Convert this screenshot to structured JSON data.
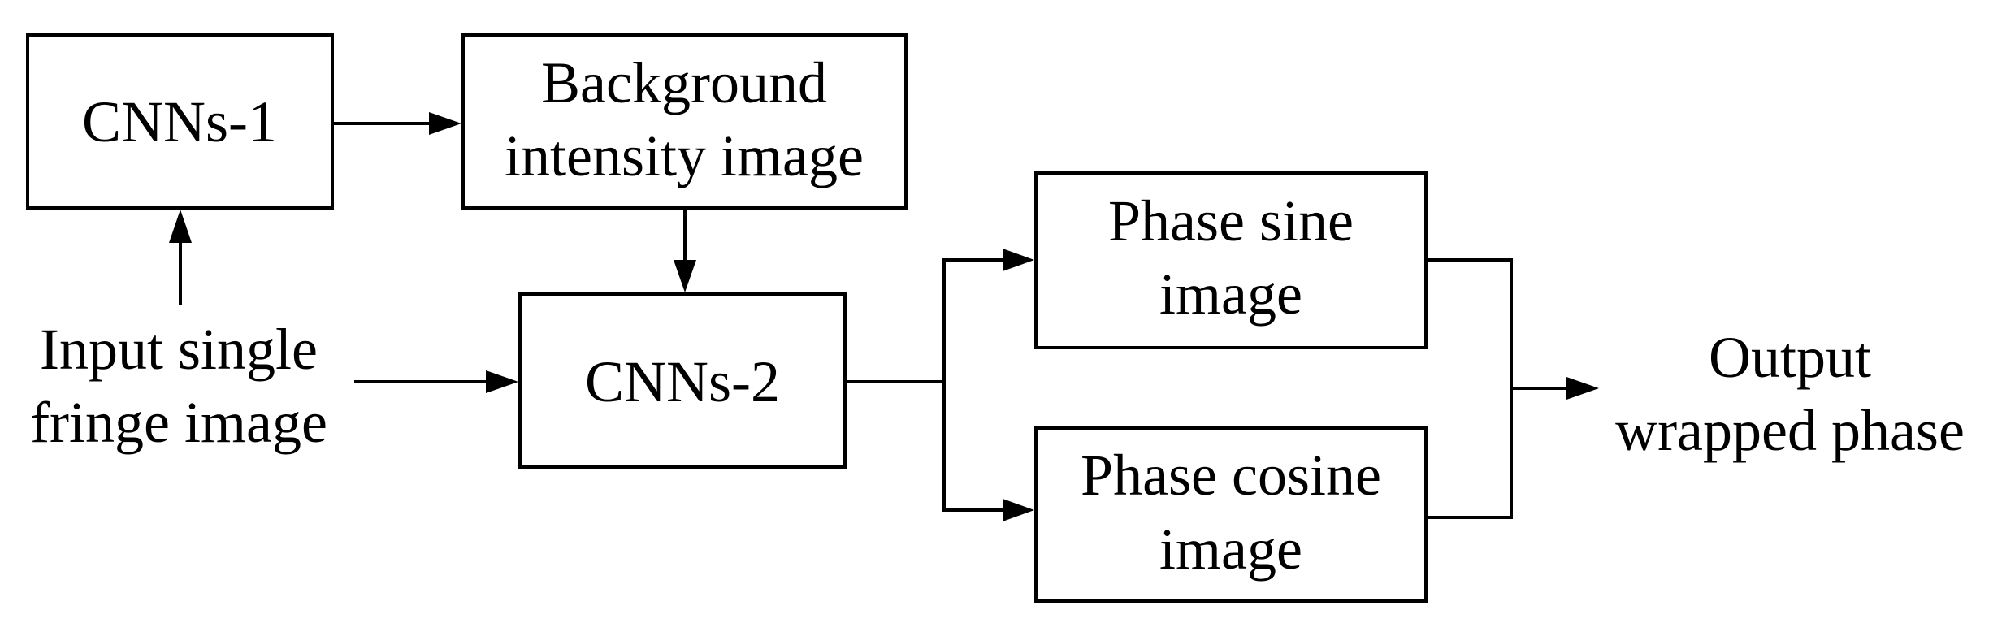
{
  "nodes": {
    "cnns1": {
      "lines": [
        "CNNs-1"
      ]
    },
    "background": {
      "lines": [
        "Background",
        "intensity image"
      ]
    },
    "cnns2": {
      "lines": [
        "CNNs-2"
      ]
    },
    "sine": {
      "lines": [
        "Phase sine",
        "image"
      ]
    },
    "cosine": {
      "lines": [
        "Phase cosine",
        "image"
      ]
    }
  },
  "labels": {
    "input": {
      "lines": [
        "Input single",
        "fringe image"
      ]
    },
    "output": {
      "lines": [
        "Output",
        "wrapped phase"
      ]
    }
  },
  "colors": {
    "stroke": "#000000",
    "background": "#ffffff"
  }
}
